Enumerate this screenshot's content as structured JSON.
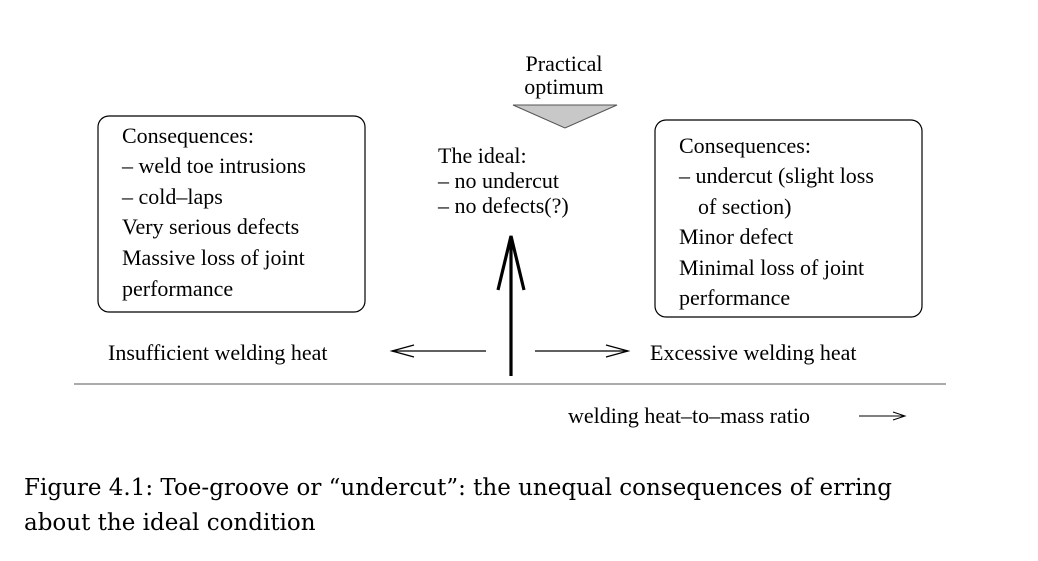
{
  "optimum": {
    "line1": "Practical",
    "line2": "optimum"
  },
  "ideal": {
    "title": "The ideal:",
    "item1": "– no undercut",
    "item2": "– no defects(?)"
  },
  "left_box": {
    "lines": [
      "Consequences:",
      "– weld toe intrusions",
      "– cold–laps",
      "Very serious defects",
      "Massive loss of joint",
      "performance"
    ]
  },
  "right_box": {
    "lines": [
      "Consequences:",
      "– undercut (slight loss",
      "of section)",
      "Minor defect",
      "Minimal loss of joint",
      "performance"
    ]
  },
  "left_label": "Insufficient welding heat",
  "right_label": "Excessive welding heat",
  "axis_label": "welding heat–to–mass ratio",
  "caption": {
    "line1": "Figure 4.1: Toe-groove or “undercut”: the unequal consequences of erring",
    "line2": "about the ideal condition"
  }
}
